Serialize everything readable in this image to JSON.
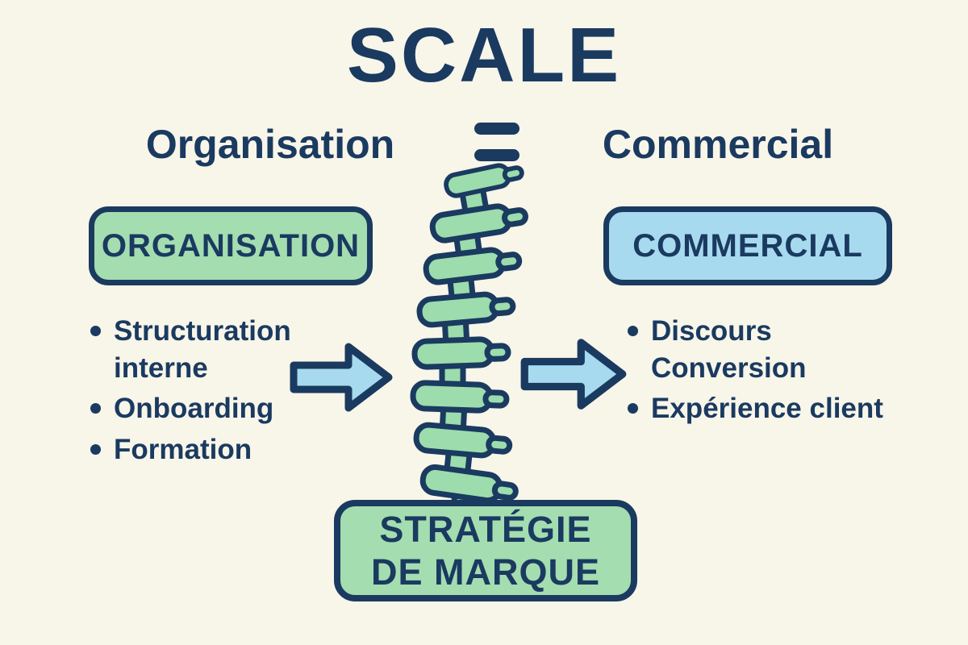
{
  "title": "SCALE",
  "equation": {
    "left": "Organisation",
    "equals_symbol": "=",
    "right": "Commercial"
  },
  "left_panel": {
    "box_label": "ORGANISATION",
    "bullets": [
      "Structuration\ninterne",
      "Onboarding",
      "Formation"
    ]
  },
  "right_panel": {
    "box_label": "COMMERCIAL",
    "bullets": [
      "Discours\nConversion",
      "Expérience client"
    ]
  },
  "bottom_box": {
    "label": "STRATÉGIE\nDE MARQUE"
  },
  "icons": {
    "center_illustration": "spine-illustration",
    "left_arrow": "right-arrow-icon",
    "right_arrow": "right-arrow-icon"
  },
  "colors": {
    "background": "#f8f5e9",
    "navy": "#1a3a60",
    "green_fill": "#a4ddb0",
    "blue_fill": "#a7daee",
    "spine_green": "#9cdcad"
  }
}
